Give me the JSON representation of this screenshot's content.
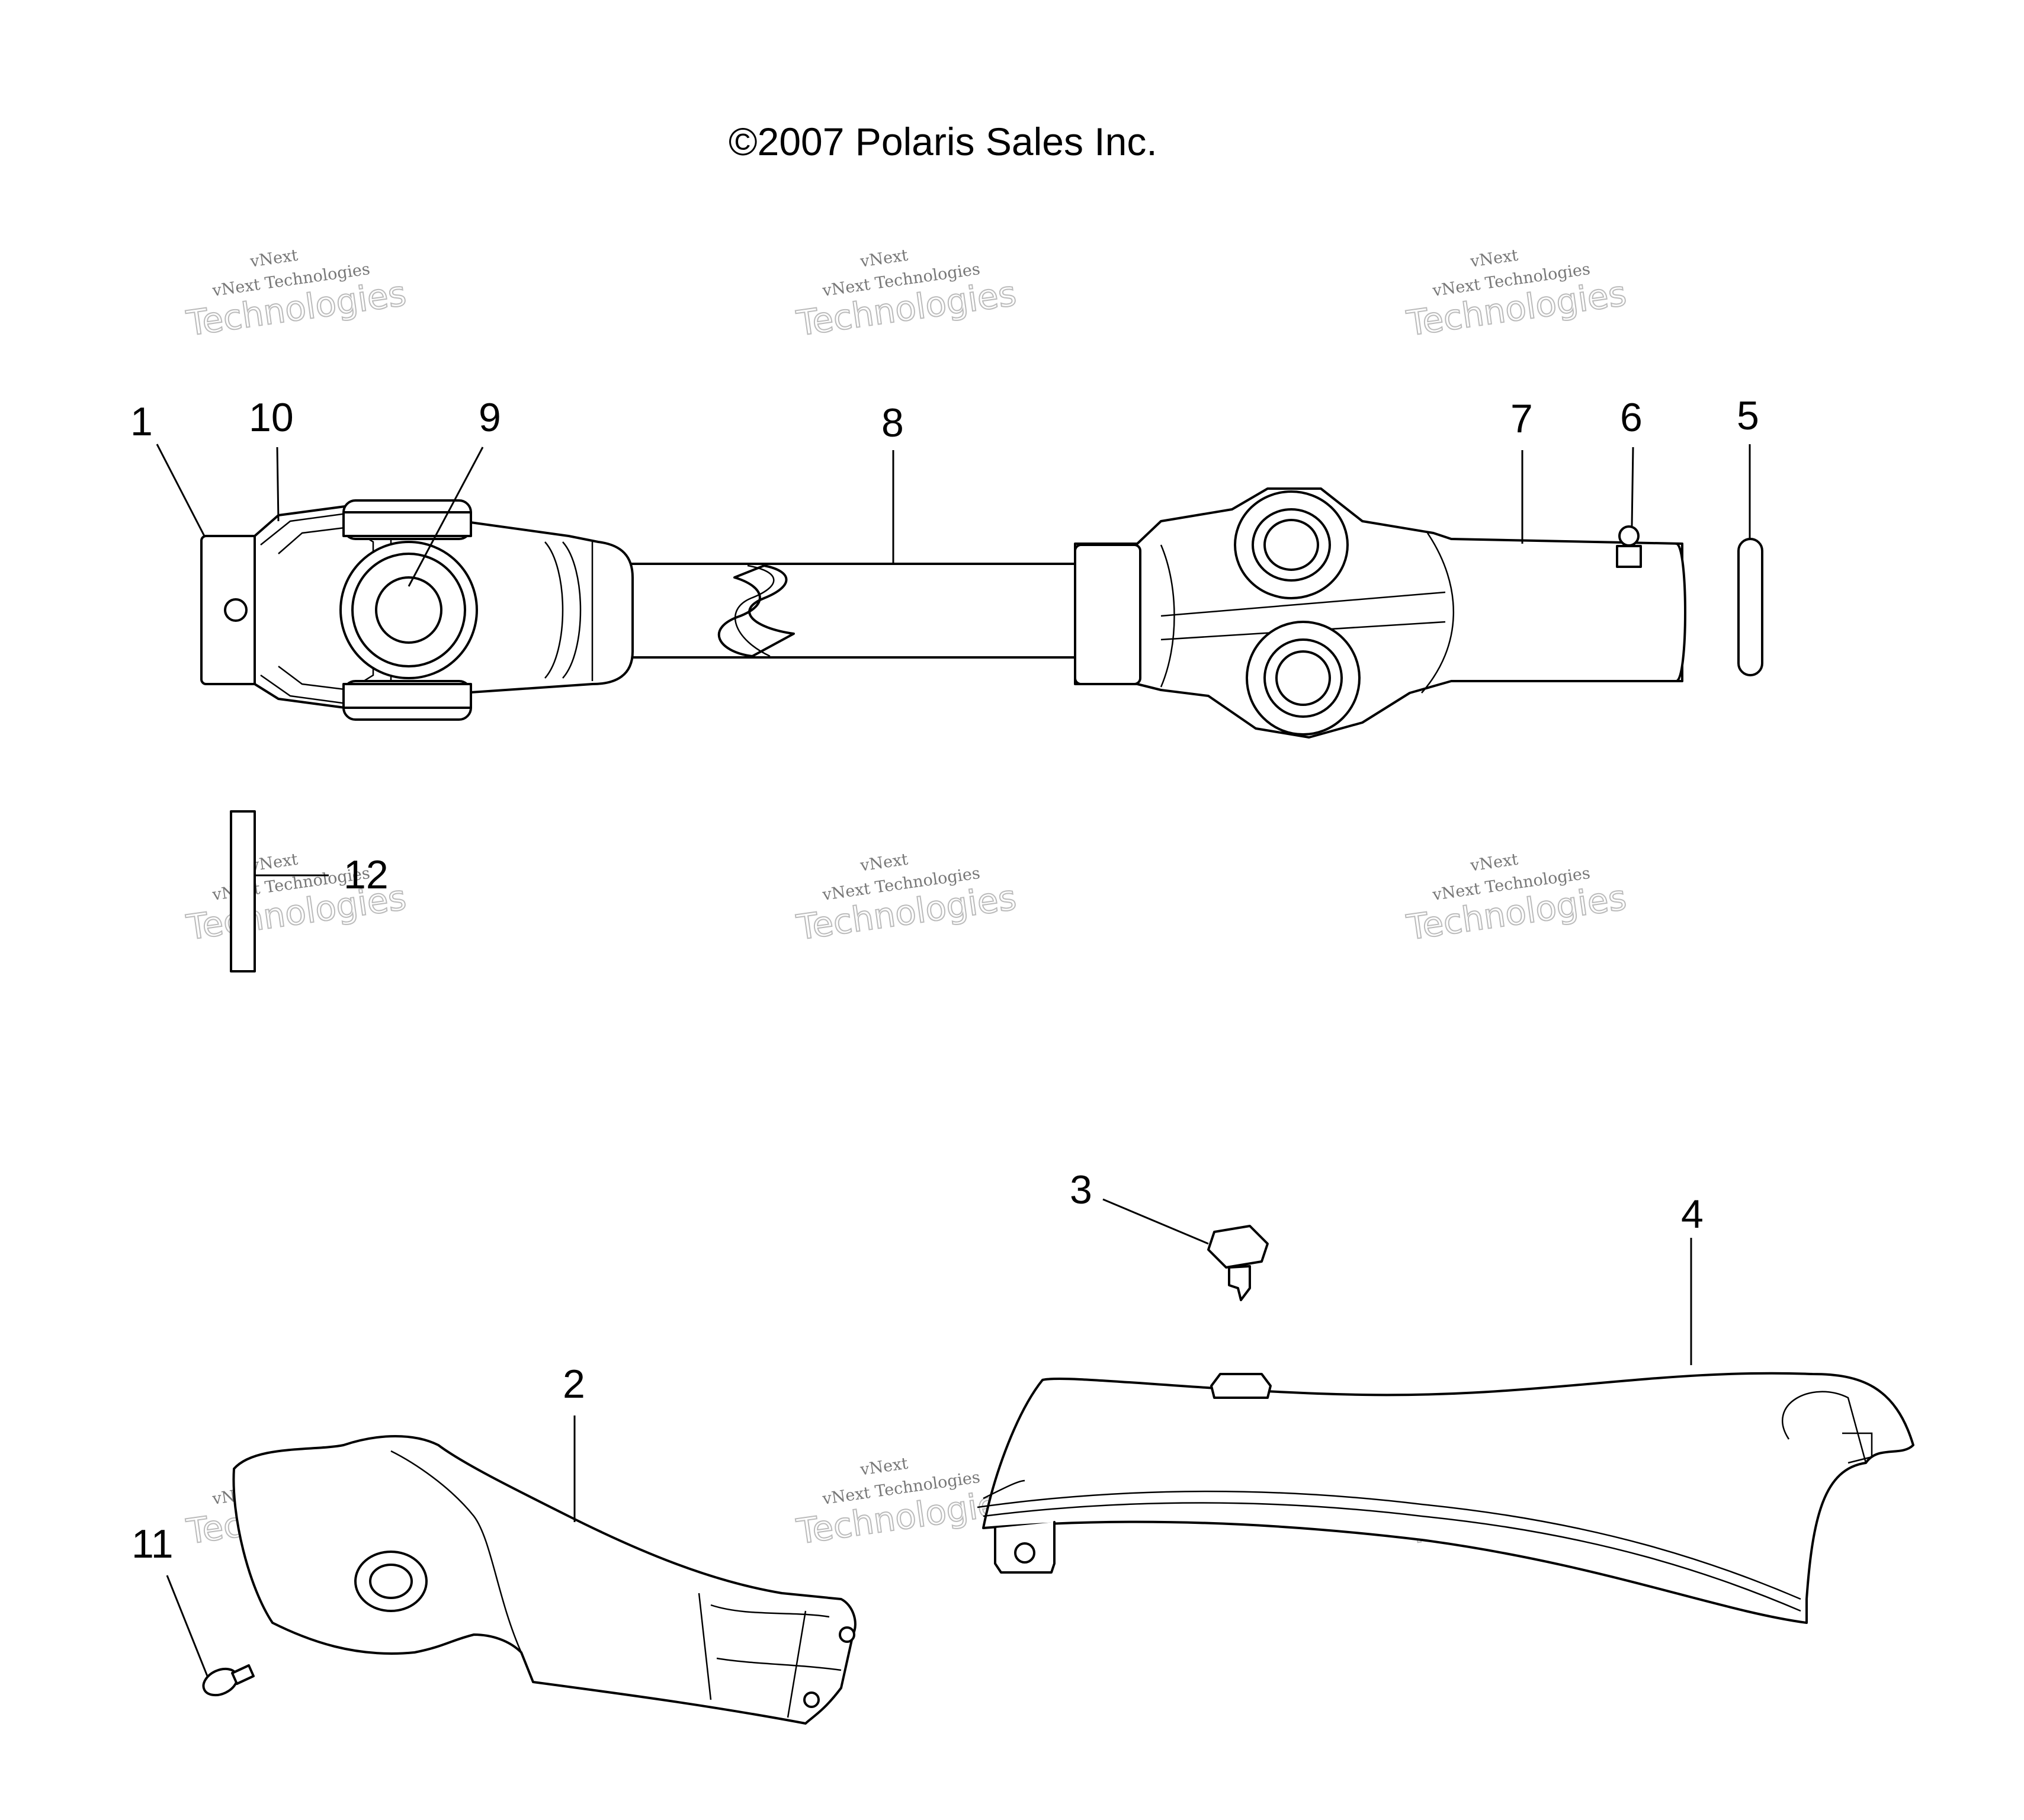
{
  "copyright": "©2007 Polaris Sales Inc.",
  "watermark": {
    "line1": "vNext Technologies",
    "line2": "vNext",
    "line3": "Technologies"
  },
  "callouts": [
    {
      "id": "1",
      "text": "1"
    },
    {
      "id": "10",
      "text": "10"
    },
    {
      "id": "9",
      "text": "9"
    },
    {
      "id": "8",
      "text": "8"
    },
    {
      "id": "7",
      "text": "7"
    },
    {
      "id": "6",
      "text": "6"
    },
    {
      "id": "5",
      "text": "5"
    },
    {
      "id": "12",
      "text": "12"
    },
    {
      "id": "3",
      "text": "3"
    },
    {
      "id": "4",
      "text": "4"
    },
    {
      "id": "2",
      "text": "2"
    },
    {
      "id": "11",
      "text": "11"
    }
  ]
}
